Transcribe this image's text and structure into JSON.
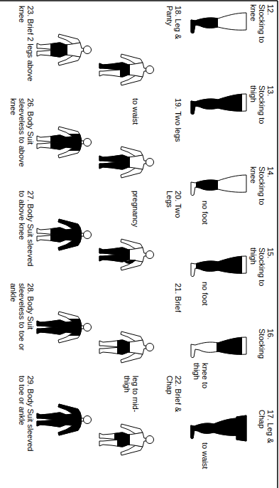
{
  "diagram": {
    "labels": [
      "12. Stocking to knee",
      "13. Stocking to thigh",
      "14. Stocking to knee",
      "no foot",
      "15. Stocking to thigh",
      "no foot",
      "16. Stocking",
      "knee to thigh",
      "17. Leg & Chap",
      "to waist",
      "18. Leg & Panty",
      "19. Two legs",
      "to waist",
      "20. Two Legs",
      "pregnancy",
      "21. Brief",
      "22. Brief & Chap",
      "leg to mid-thigh",
      "23. Brief 2 legs above knee",
      "26. Body Suit sleeveless to above knee",
      "27. Body Suit sleeved to above knee",
      "28. Body Suit sleeveless to toe or ankle",
      "29. Body Suit sleeved to toe or ankle"
    ]
  }
}
